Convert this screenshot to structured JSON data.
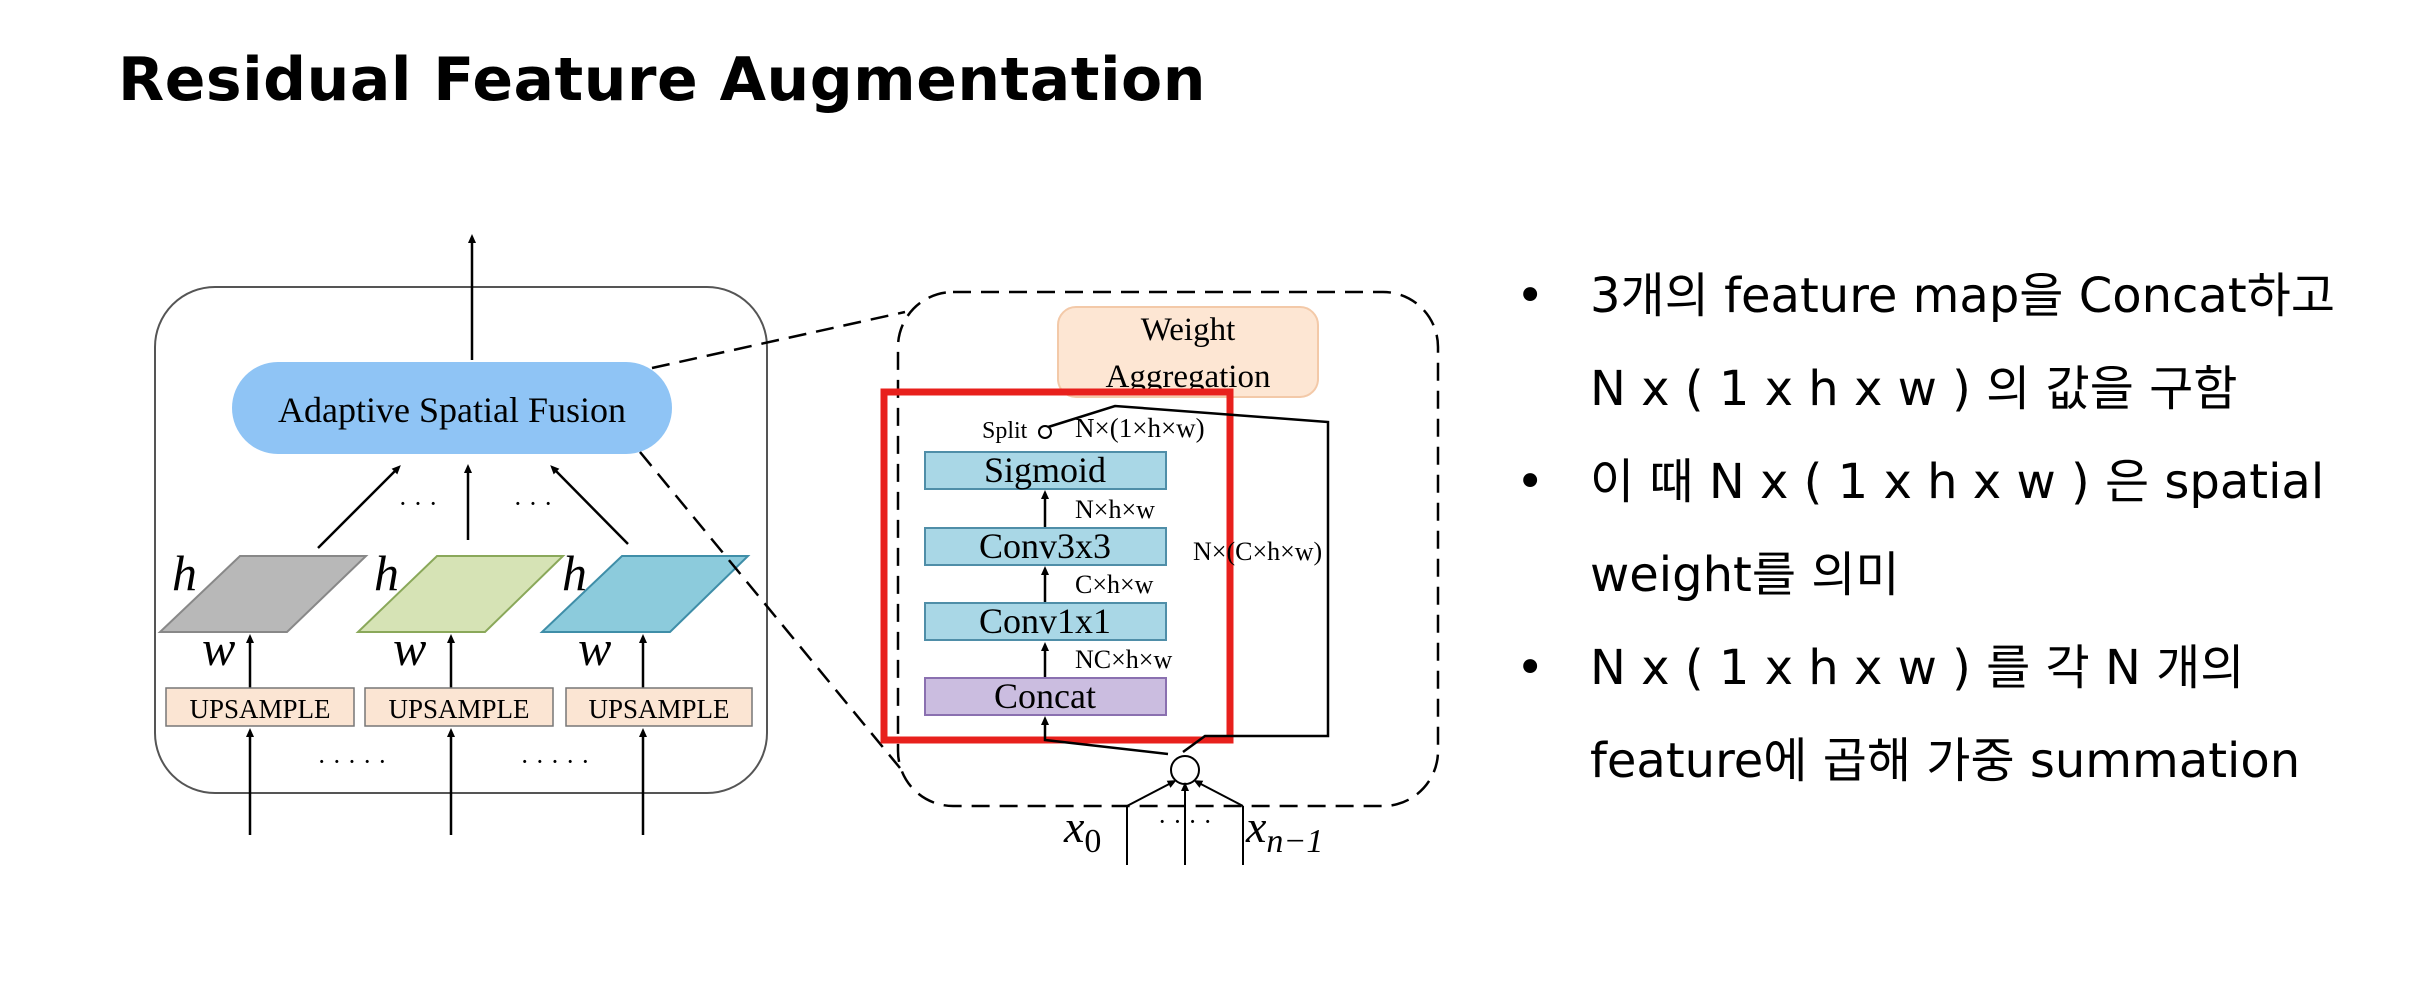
{
  "slide": {
    "title": "Residual Feature Augmentation"
  },
  "left_diagram": {
    "fusion_label": "Adaptive Spatial Fusion",
    "dim_h": "h",
    "dim_w": "w",
    "upsample_label": "UPSAMPLE",
    "dots_upper": "· · ·",
    "dots_lower": "· · · · ·",
    "colors": {
      "fusion": "#8fc4f5",
      "map1": "#b8b8b8",
      "map2": "#d6e3b5",
      "map3": "#8ccbdc",
      "upsample": "#fbe5d3"
    }
  },
  "right_diagram": {
    "weight_aggregation_line1": "Weight",
    "weight_aggregation_line2": "Aggregation",
    "split_label": "Split",
    "split_dim": "N×(1×h×w)",
    "sigmoid_label": "Sigmoid",
    "dim_after_conv3": "N×h×w",
    "conv3_label": "Conv3x3",
    "dim_after_conv1": "C×h×w",
    "conv1_label": "Conv1x1",
    "dim_after_concat": "NC×h×w",
    "concat_label": "Concat",
    "side_dim": "N×(C×h×w)",
    "x0_label": "x",
    "x0_sub": "0",
    "xn_label": "x",
    "xn_sub": "n−1",
    "dots": "· · · ·",
    "colors": {
      "highlight": "#e8201c",
      "block": "#a9d7e6",
      "concat": "#cbbde0",
      "weight": "#fde6d3"
    }
  },
  "bullets": [
    {
      "line1": "3개의 feature map을 Concat하고",
      "line2": "N x ( 1 x h x w ) 의 값을 구함"
    },
    {
      "line1": "이 때 N x ( 1 x h x w ) 은 spatial",
      "line2": "weight를 의미"
    },
    {
      "line1": "N x ( 1 x h x w ) 를 각 N 개의",
      "line2": "feature에 곱해 가중 summation"
    }
  ],
  "bullet_symbol": "•"
}
